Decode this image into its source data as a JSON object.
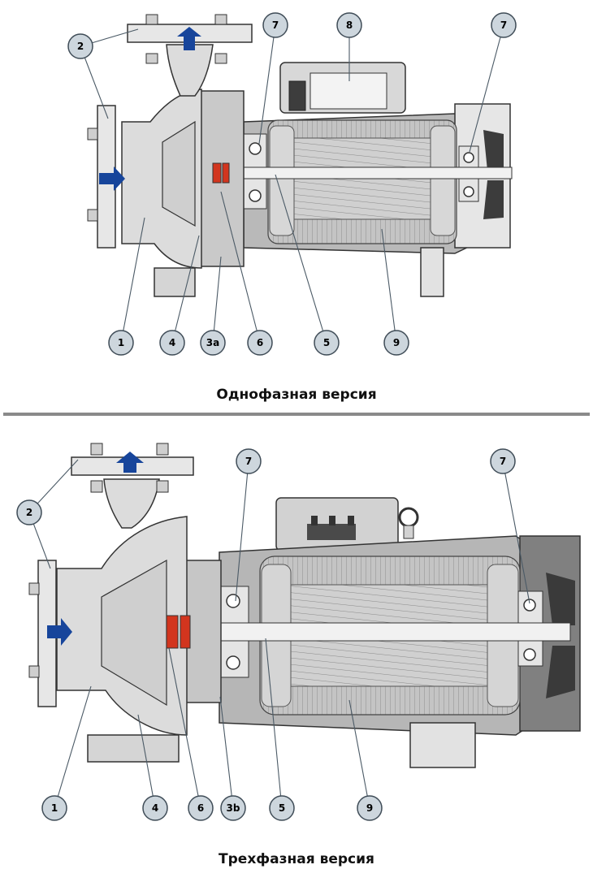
{
  "captions": {
    "top": "Однофазная версия",
    "bottom": "Трехфазная версия"
  },
  "top_callouts": [
    "2",
    "7",
    "8",
    "7",
    "1",
    "4",
    "3a",
    "6",
    "5",
    "9"
  ],
  "bottom_callouts": [
    "2",
    "7",
    "7",
    "1",
    "4",
    "6",
    "3b",
    "5",
    "9"
  ],
  "colors": {
    "callout_fill": "#cdd6dd",
    "callout_stroke": "#3f4c57",
    "body_gray": "#b7b7b7",
    "dark_gray": "#4a4a4a",
    "flow_arrow": "#17459b",
    "seal_red": "#d2351e",
    "divider": "#8a8a8a"
  }
}
